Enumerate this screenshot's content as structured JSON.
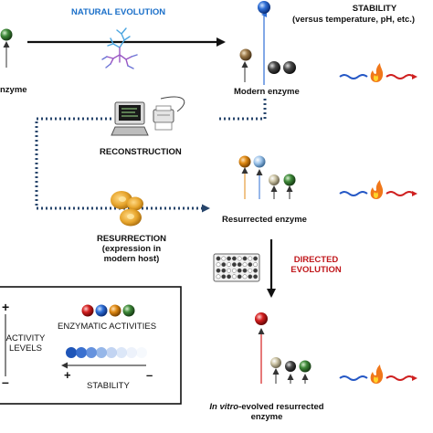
{
  "labels": {
    "natural_evolution": "NATURAL EVOLUTION",
    "stability_title": "STABILITY",
    "stability_sub": "(versus temperature, pH, etc.)",
    "enzyme_left": "nzyme",
    "modern_enzyme": "Modern enzyme",
    "reconstruction": "RECONSTRUCTION",
    "resurrected_enzyme": "Resurrected enzyme",
    "resurrection": "RESURRECTION",
    "resurrection_line2": "(expression in",
    "resurrection_line3": "modern host)",
    "directed": "DIRECTED",
    "evolution": "EVOLUTION",
    "vitro_prefix": "In vitro",
    "vitro_suffix": "-evolved resurrected",
    "vitro_line2": "enzyme"
  },
  "legend": {
    "plus_top": "+",
    "minus_bottom": "–",
    "activity_levels_line1": "ACTIVITY",
    "activity_levels_line2": "LEVELS",
    "enzymatic_activities": "ENZYMATIC ACTIVITIES",
    "plus_bottom": "+",
    "minus_right": "–",
    "stability": "STABILITY"
  },
  "colors": {
    "natural_evolution_text": "#1a6fc9",
    "directed_evolution_text": "#c0171b",
    "dotted_arrow": "#27456b",
    "sphere_blue": "#2f6fd6",
    "sphere_red": "#d42020",
    "sphere_orange": "#e08a14",
    "sphere_green": "#3f8a3a",
    "sphere_gray": "#4a4a4a",
    "sphere_beige": "#cfc7a8",
    "flame": "#f0771a",
    "wave_blue": "#2457c5",
    "wave_red": "#cf2020"
  },
  "icons": {
    "phylogenetic_tree": "phylogenetic-tree-icon",
    "computer": "computer-icon",
    "printer": "printer-icon",
    "yeast_cells": "yeast-cells-icon",
    "screening_plate": "screening-plate-icon",
    "flame": "flame-icon"
  }
}
